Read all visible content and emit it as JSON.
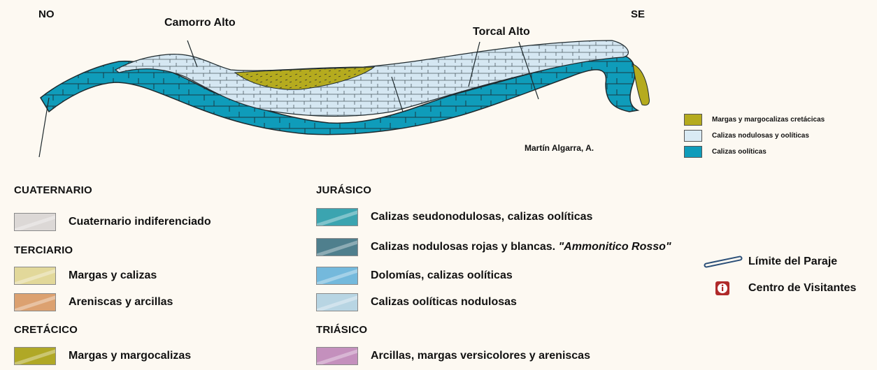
{
  "cross_section": {
    "west_label": "NO",
    "east_label": "SE",
    "peaks": [
      "Camorro Alto",
      "Torcal Alto"
    ],
    "credit": "Martín Algarra, A.",
    "colors": {
      "cretaceous": "#b5ab1e",
      "nodular": "#d5e7f2",
      "oolitic": "#0f9cba",
      "outline": "#1f2a2e"
    }
  },
  "mini_legend": [
    {
      "label": "Margas y margocalizas cretácicas",
      "color": "#b5ab1e"
    },
    {
      "label": "Calizas nodulosas y oolíticas",
      "color": "#d9eaf4"
    },
    {
      "label": "Calizas oolíticas",
      "color": "#0f9cba"
    }
  ],
  "legend": {
    "left": [
      {
        "heading": "CUATERNARIO",
        "items": [
          {
            "label": "Cuaternario indiferenciado",
            "color": "#dcd8d6"
          }
        ]
      },
      {
        "heading": "TERCIARIO",
        "items": [
          {
            "label": "Margas y calizas",
            "color": "#e2d89a"
          },
          {
            "label": "Areniscas y arcillas",
            "color": "#dca170"
          }
        ]
      },
      {
        "heading": "CRETÁCICO",
        "items": [
          {
            "label": "Margas y margocalizas",
            "color": "#b0a826"
          }
        ]
      }
    ],
    "right": [
      {
        "heading": "JURÁSICO",
        "items": [
          {
            "label": "Calizas seudonodulosas, calizas oolíticas",
            "color": "#3ba4b0"
          },
          {
            "label": "Calizas nodulosas rojas y blancas.",
            "italic": "\"Ammonitico Rosso\"",
            "color": "#4f7f8d"
          },
          {
            "label": "Dolomías, calizas oolíticas",
            "color": "#74b9dc"
          },
          {
            "label": "Calizas oolíticas nodulosas",
            "color": "#b8d5e3"
          }
        ]
      },
      {
        "heading": "TRIÁSICO",
        "items": [
          {
            "label": "Arcillas, margas versicolores y areniscas",
            "color": "#c490bd"
          }
        ]
      }
    ]
  },
  "map_legend": [
    {
      "label": "Límite del Paraje",
      "icon": "boundary-line-icon"
    },
    {
      "label": "Centro de Visitantes",
      "icon": "info-icon",
      "color": "#b02a2a"
    }
  ]
}
